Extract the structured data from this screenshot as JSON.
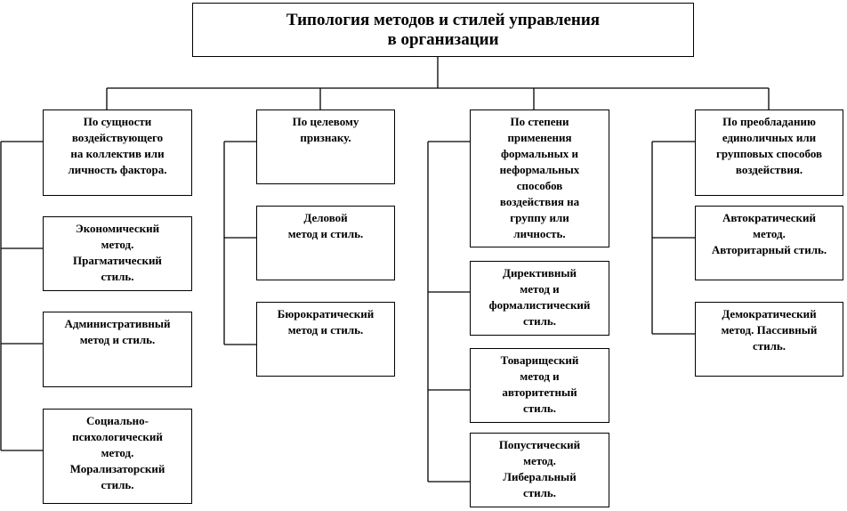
{
  "title": [
    "Типология методов и стилей управления",
    "в организации"
  ],
  "columns": [
    {
      "header": [
        "По сущности",
        "воздействующего",
        "на коллектив или",
        "личность фактора."
      ],
      "items": [
        [
          "Экономический",
          "метод.",
          "Прагматический",
          "стиль."
        ],
        [
          "Административный",
          "метод и стиль."
        ],
        [
          "Социально-",
          "психологический",
          "метод.",
          "Морализаторский",
          "стиль."
        ]
      ]
    },
    {
      "header": [
        "По целевому",
        "признаку."
      ],
      "items": [
        [
          "Деловой",
          "метод и стиль."
        ],
        [
          "Бюрократический",
          "метод и стиль."
        ]
      ]
    },
    {
      "header": [
        "По степени",
        "применения",
        "формальных и",
        "неформальных",
        "способов",
        "воздействия на",
        "группу или",
        "личность."
      ],
      "items": [
        [
          "Директивный",
          "метод и",
          "формалистический",
          "стиль."
        ],
        [
          "Товарищеский",
          "метод и",
          "авторитетный",
          "стиль."
        ],
        [
          "Попустический",
          "метод.",
          "Либеральный",
          "стиль."
        ]
      ]
    },
    {
      "header": [
        "По преобладанию",
        "единоличных или",
        "групповых способов",
        "воздействия."
      ],
      "items": [
        [
          "Автократический",
          "метод.",
          "Авторитарный стиль."
        ],
        [
          "Демократический",
          "метод. Пассивный",
          "стиль."
        ]
      ]
    }
  ]
}
